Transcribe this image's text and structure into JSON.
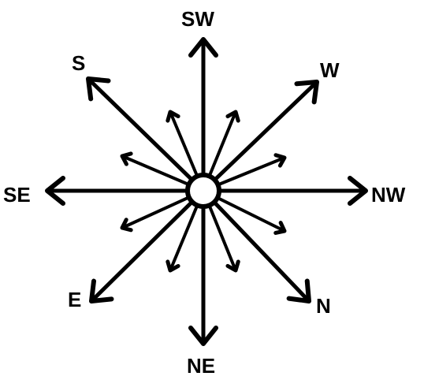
{
  "compass": {
    "labels": {
      "sw": "SW",
      "w": "W",
      "nw": "NW",
      "n": "N",
      "ne": "NE",
      "e": "E",
      "se": "SE",
      "s": "S"
    }
  },
  "colors": {
    "ink": "#000000",
    "background": "#ffffff"
  }
}
